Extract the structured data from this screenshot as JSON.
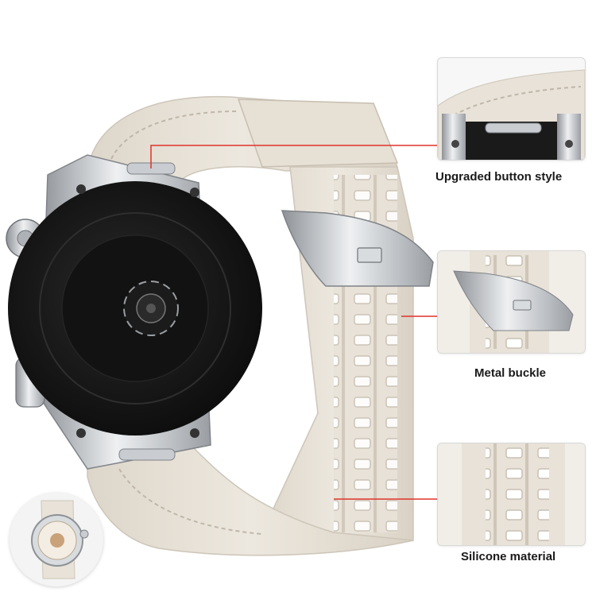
{
  "callouts": [
    {
      "id": "button",
      "label": "Upgraded button style"
    },
    {
      "id": "buckle",
      "label": "Metal buckle"
    },
    {
      "id": "silicone",
      "label": "Silicone material"
    }
  ],
  "colors": {
    "strap": "#e8e2d8",
    "strap_shadow": "#d6cfc3",
    "strap_texture": "#c9c0b2",
    "watch_back": "#141414",
    "steel": "#c9ccd0",
    "steel_dark": "#8e9297",
    "leader_line": "#e0322b",
    "label_text": "#1a1a1a"
  },
  "icons": [
    "watch-crown-icon",
    "sensor-icon"
  ]
}
